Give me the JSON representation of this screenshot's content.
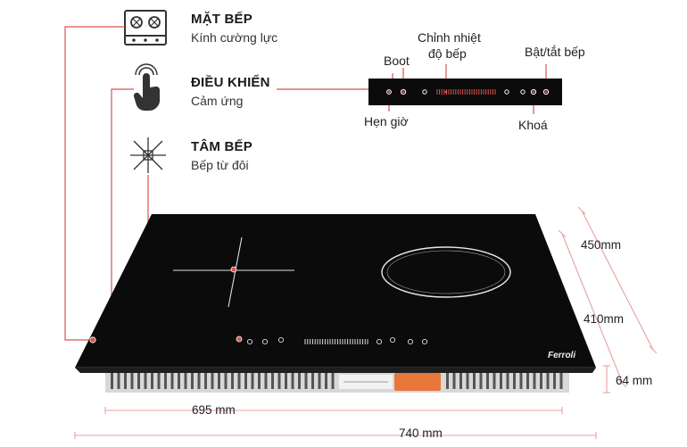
{
  "features": [
    {
      "title": "MẶT BẾP",
      "subtitle": "Kính cường lực",
      "icon": "stove-top-icon"
    },
    {
      "title": "ĐIỀU KHIỂN",
      "subtitle": "Cảm ứng",
      "icon": "touch-hand-icon"
    },
    {
      "title": "TÂM BẾP",
      "subtitle": "Bếp từ đôi",
      "icon": "burner-center-icon"
    }
  ],
  "control_panel": {
    "boot": "Boot",
    "heat_adjust_line1": "Chỉnh nhiệt",
    "heat_adjust_line2": "độ bếp",
    "power_toggle": "Bật/tắt bếp",
    "timer": "Hẹn giờ",
    "lock": "Khoá"
  },
  "dimensions": {
    "depth_outer": "450mm",
    "depth_inner": "410mm",
    "height": "64 mm",
    "width_inner": "695 mm",
    "width_outer": "740 mm"
  },
  "brand": "Ferroli",
  "colors": {
    "accent_line": "#d9534f",
    "glass": "#0b0b0b",
    "dimension_line": "#e8a0a0"
  }
}
